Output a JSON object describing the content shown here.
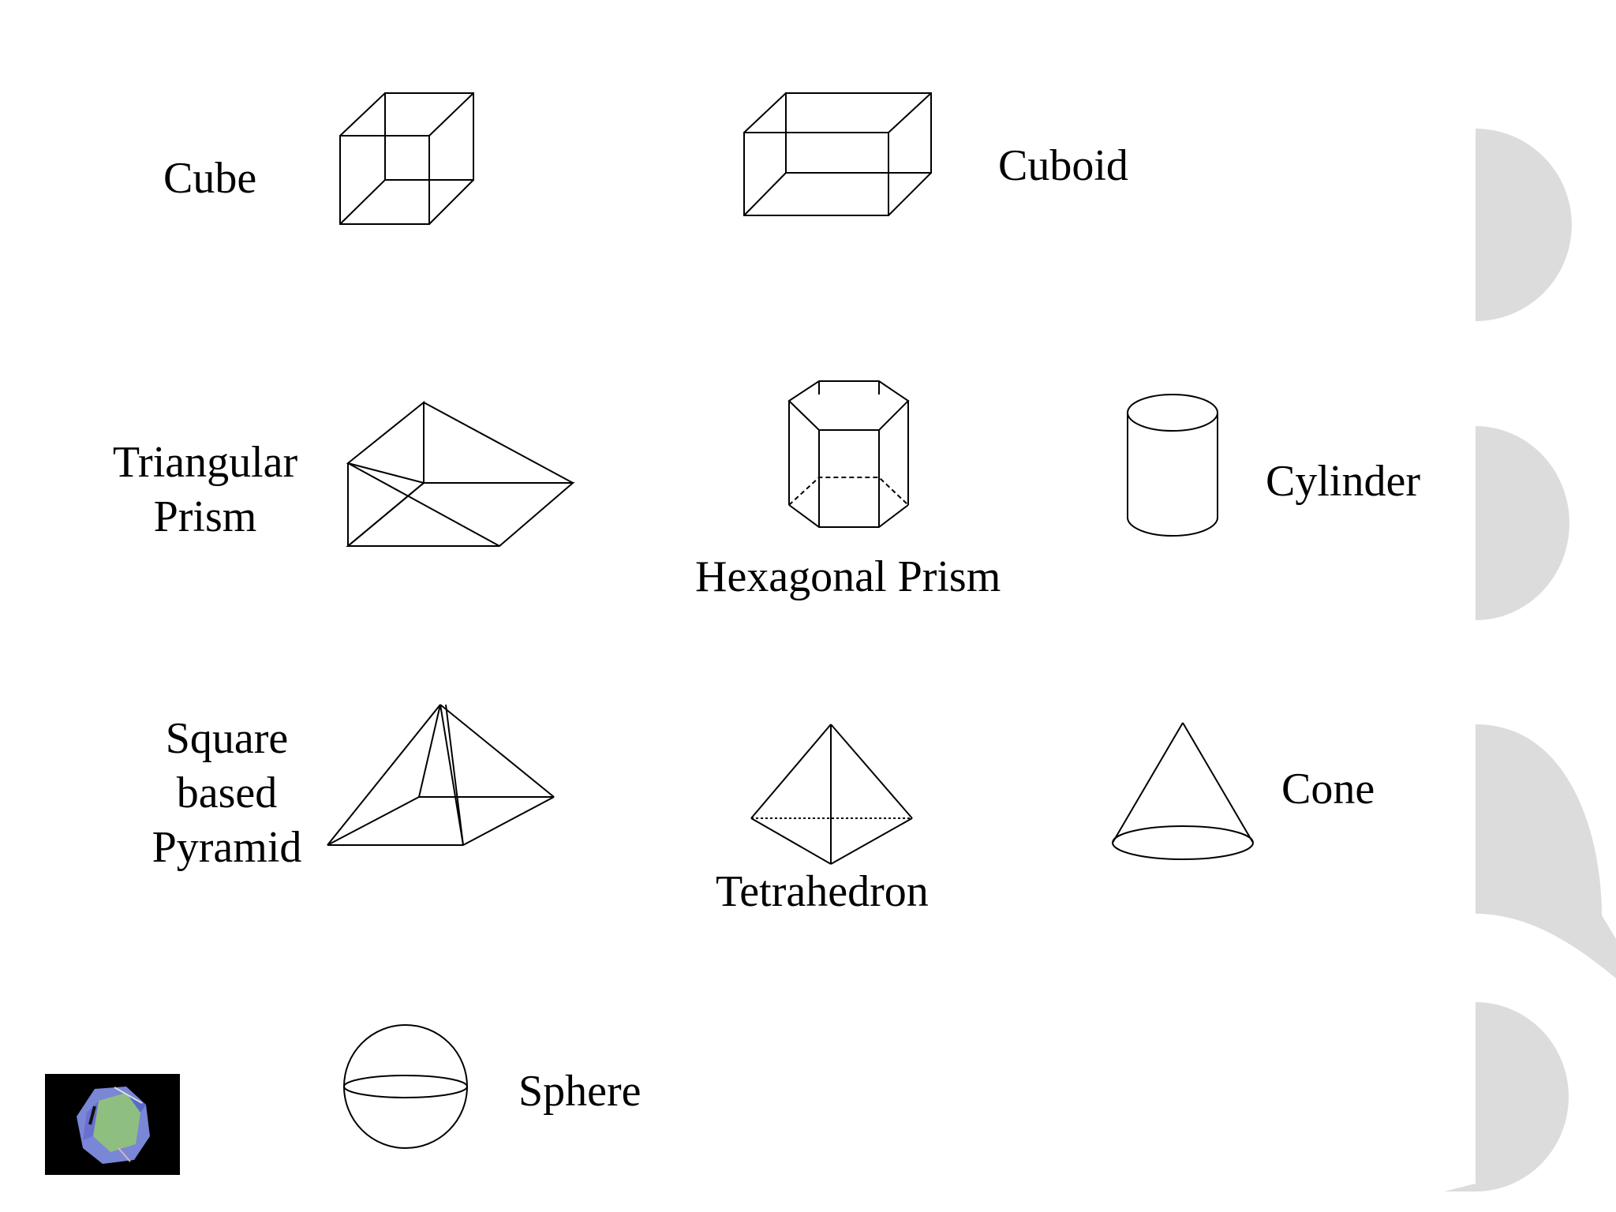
{
  "colors": {
    "background": "#ffffff",
    "stroke": "#000000",
    "decoration": "#dcdcdc",
    "thumbnail_bg": "#000000"
  },
  "shapes": {
    "cube": {
      "label": "Cube",
      "icon": "cube-icon"
    },
    "cuboid": {
      "label": "Cuboid",
      "icon": "cuboid-icon"
    },
    "triangular_prism": {
      "label": "Triangular\nPrism",
      "icon": "triangular-prism-icon"
    },
    "hexagonal_prism": {
      "label": "Hexagonal Prism",
      "icon": "hexagonal-prism-icon"
    },
    "cylinder": {
      "label": "Cylinder",
      "icon": "cylinder-icon"
    },
    "square_pyramid": {
      "label": "Square\nbased\nPyramid",
      "icon": "square-pyramid-icon"
    },
    "tetrahedron": {
      "label": "Tetrahedron",
      "icon": "tetrahedron-icon"
    },
    "cone": {
      "label": "Cone",
      "icon": "cone-icon"
    },
    "sphere": {
      "label": "Sphere",
      "icon": "sphere-icon"
    }
  },
  "thumbnail": {
    "icon": "dodecahedron-icon"
  }
}
